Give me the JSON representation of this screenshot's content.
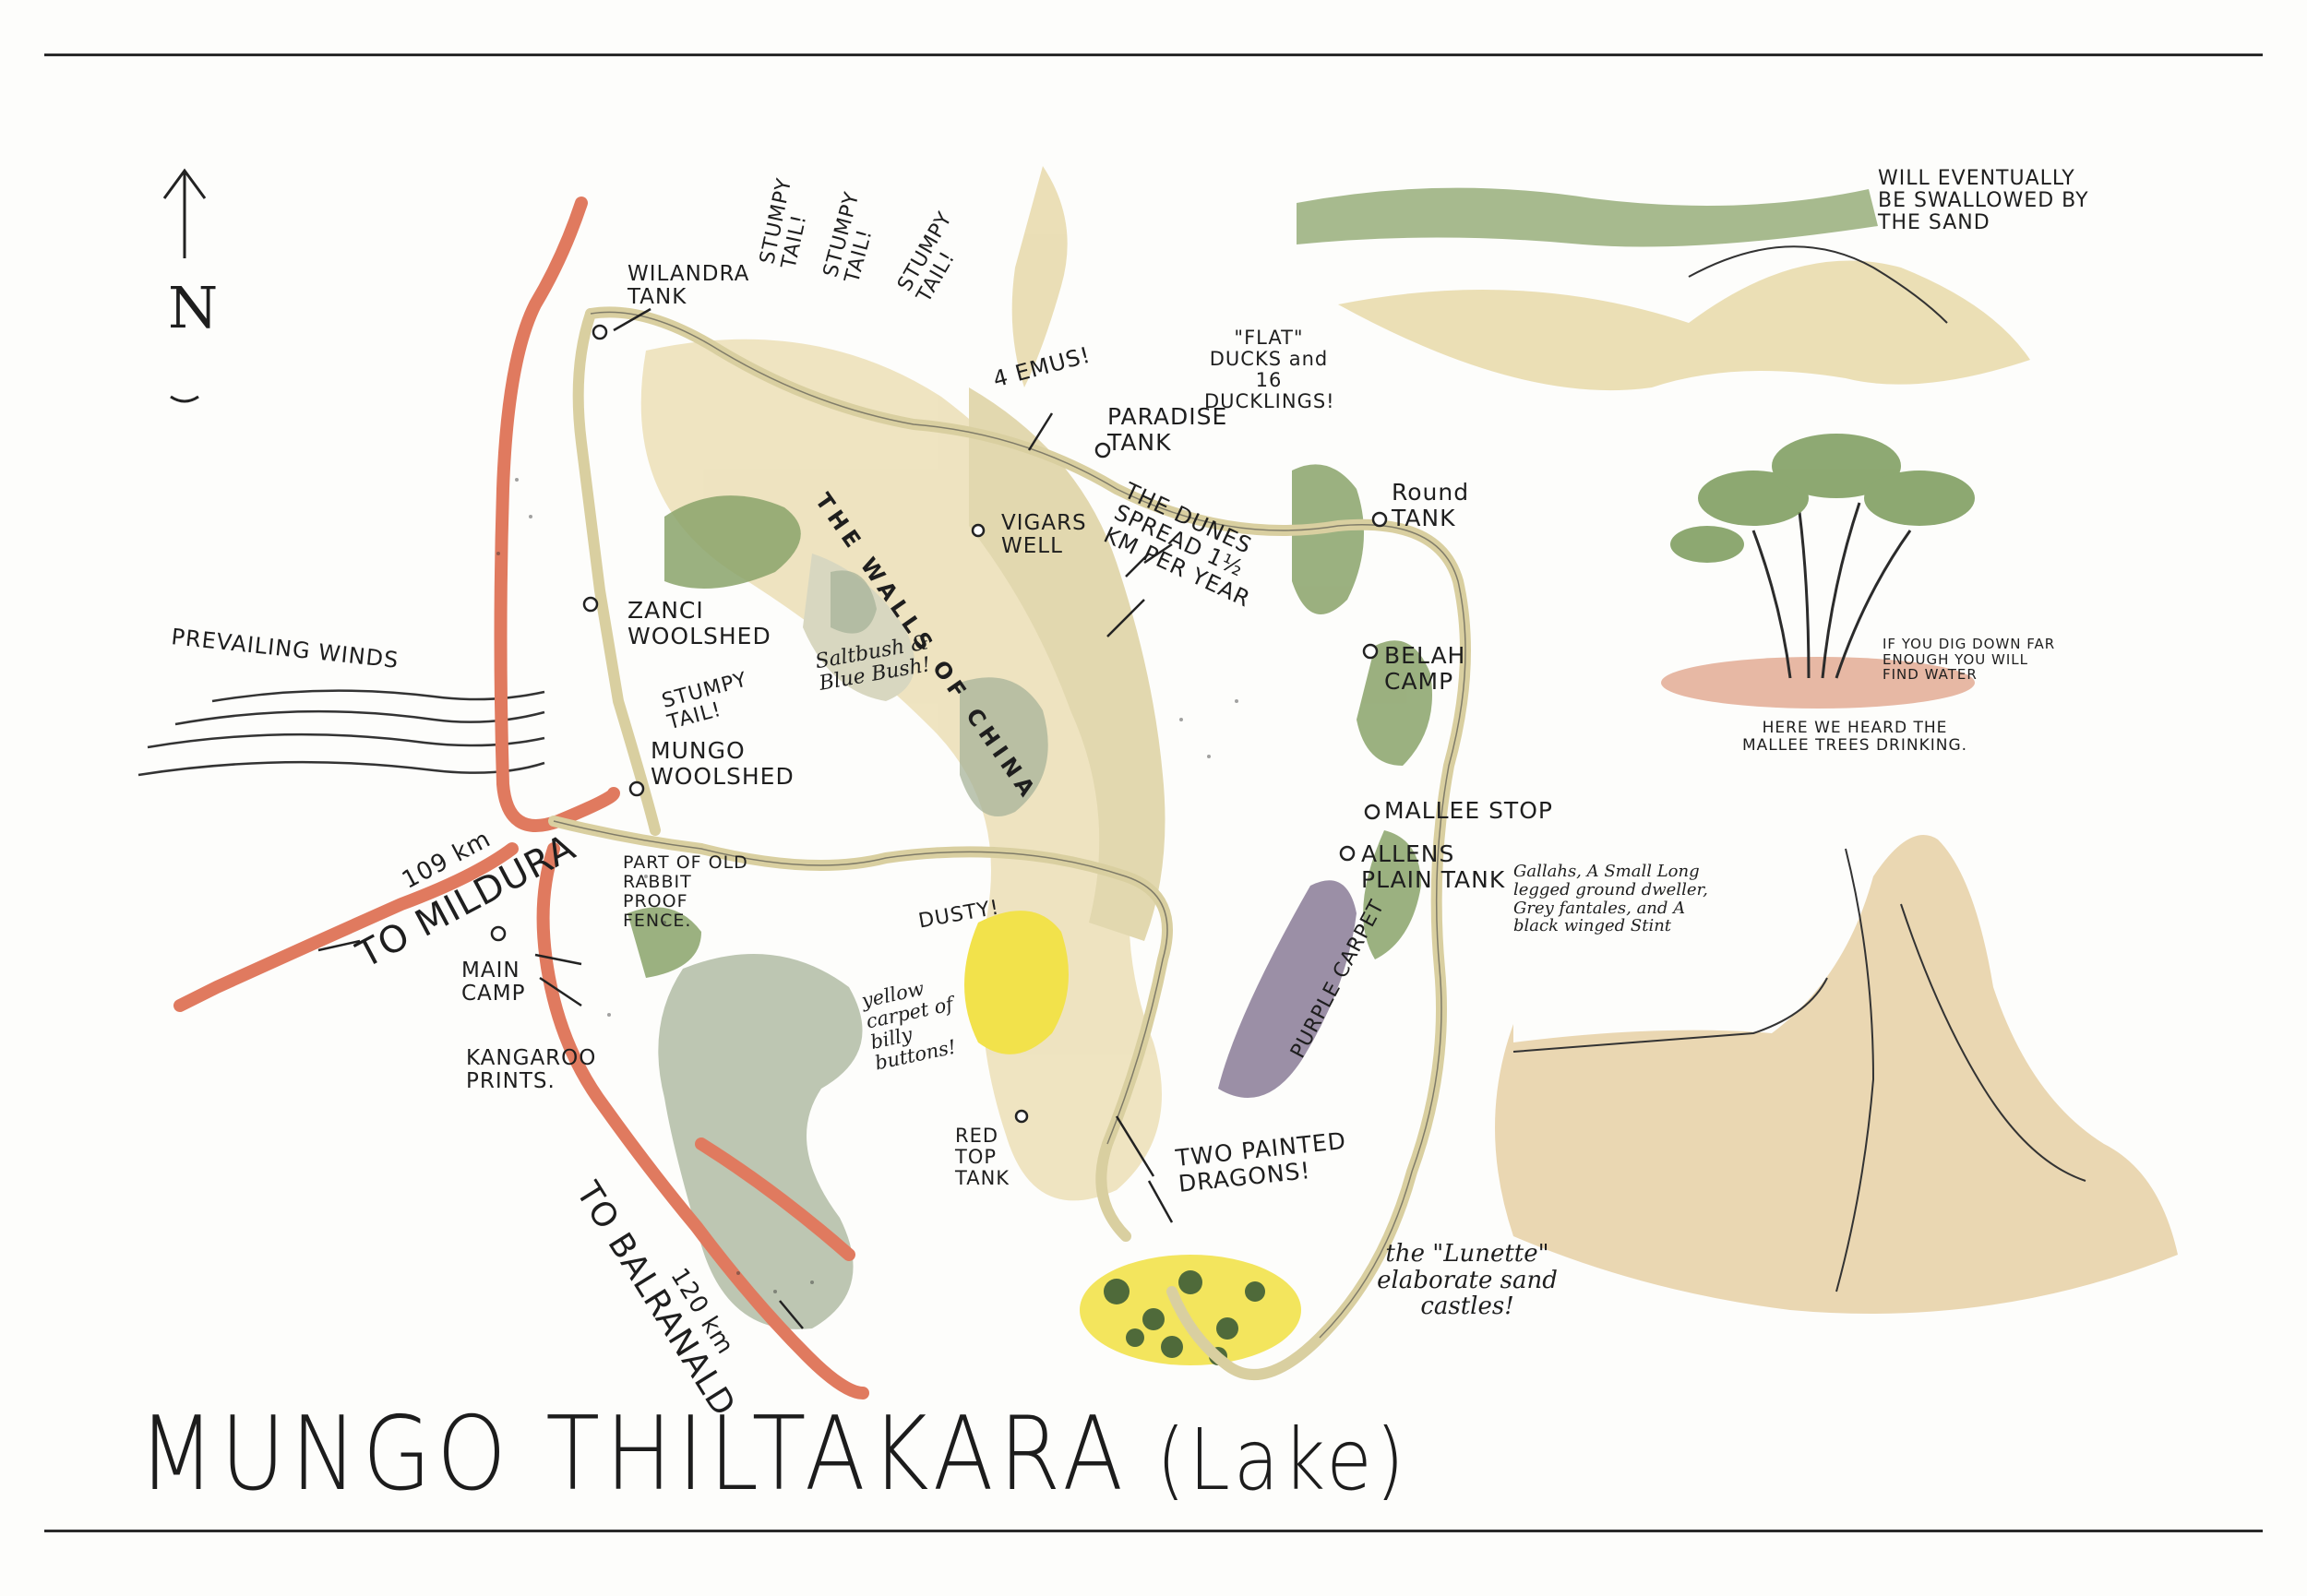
{
  "title": {
    "main": "MUNGO THILTAKARA",
    "suffix": "(Lake)"
  },
  "compass": {
    "letter": "N"
  },
  "winds": {
    "label": "PREVAILING WINDS"
  },
  "roads": {
    "mildura": {
      "distance": "109 km",
      "label": "TO MILDURA"
    },
    "balranald": {
      "label": "TO BALRANALD",
      "distance": "120 km"
    }
  },
  "map_labels": {
    "wilandra": "WILANDRA TANK",
    "stumpy1": "STUMPY TAIL!",
    "stumpy2": "STUMPY TAIL!",
    "stumpy3": "STUMPY TAIL!",
    "stumpy4": "STUMPY TAIL!",
    "emus": "4 EMUS!",
    "paradise": "PARADISE TANK",
    "ducks": "\"FLAT\" DUCKS and 16 DUCKLINGS!",
    "round_tank": "Round TANK",
    "vigars": "VIGARS WELL",
    "dunes": "THE DUNES SPREAD 1½ KM PER YEAR",
    "walls": "THE WALLS OF CHINA",
    "zanci": "ZANCI WOOLSHED",
    "saltbush": "Saltbush & Blue Bush!",
    "belah": "BELAH CAMP",
    "mungo_woolshed": "MUNGO WOOLSHED",
    "mallee_stop": "MALLEE STOP",
    "allens": "ALLENS PLAIN TANK",
    "rabbit_fence": "PART OF OLD RABBIT PROOF FENCE.",
    "dusty": "DUSTY!",
    "main_camp": "MAIN CAMP",
    "kangaroo": "KANGAROO PRINTS.",
    "yellow_carpet": "yellow carpet of billy buttons!",
    "purple_carpet": "PURPLE CARPET",
    "red_top": "RED TOP TANK",
    "dragons": "TWO PAINTED DRAGONS!"
  },
  "vignettes": {
    "dunes_note": "WILL EVENTUALLY BE SWALLOWED BY THE SAND",
    "dig_note": "IF YOU DIG DOWN FAR ENOUGH YOU WILL FIND WATER",
    "mallee_note": "HERE WE HEARD THE MALLEE TREES DRINKING.",
    "birds_note": "Gallahs, A Small Long legged ground dweller, Grey fantales, and A black winged Stint",
    "lunette_note": "the \"Lunette\" elaborate sand castles!"
  },
  "colors": {
    "road": "#e07a5f",
    "track": "#d9cfa0",
    "sand": "#e8d9a8",
    "scrub": "#8aa36a",
    "lake_grey": "#a7b39a",
    "yellow": "#f2e24b",
    "purple": "#7a6a8a"
  }
}
